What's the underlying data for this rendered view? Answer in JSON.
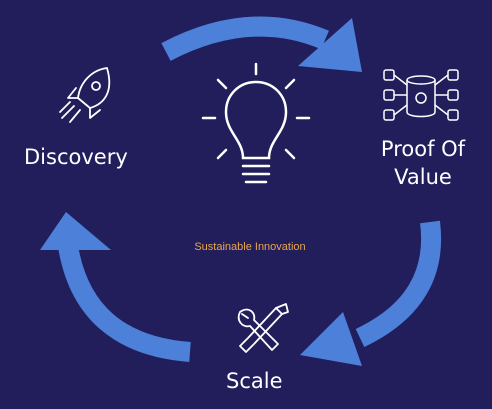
{
  "diagram": {
    "center_label": "Sustainable Innovation",
    "nodes": [
      {
        "id": "discovery",
        "label": "Discovery",
        "icon": "rocket-icon"
      },
      {
        "id": "proof_of_value",
        "label": "Proof Of Value",
        "line1": "Proof Of",
        "line2": "Value",
        "icon": "data-pipeline-icon"
      },
      {
        "id": "scale",
        "label": "Scale",
        "icon": "tools-icon"
      }
    ],
    "center_icon": "lightbulb-icon",
    "flow": [
      "Discovery",
      "Proof Of Value",
      "Scale",
      "Discovery"
    ]
  },
  "colors": {
    "background": "#221e5c",
    "arrow": "#4d80d8",
    "text": "#ffffff",
    "accent_text": "#e8a64a"
  }
}
